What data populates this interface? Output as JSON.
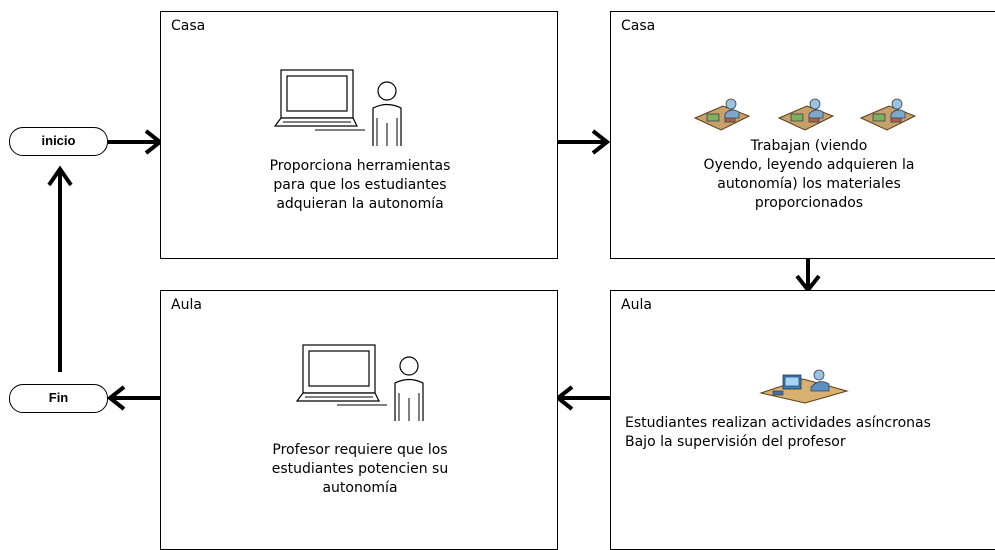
{
  "start_label": "inicio",
  "end_label": "Fin",
  "boxes": {
    "casa1": {
      "location": "Casa",
      "text": "Proporciona herramientas\npara que los estudiantes\nadquieran la autonomía"
    },
    "casa2": {
      "location": "Casa",
      "text": "Trabajan (viendo\nOyendo, leyendo adquieren la\nautonomía) los materiales\nproporcionados"
    },
    "aula1": {
      "location": "Aula",
      "text": "Profesor requiere que los\nestudiantes potencien su\nautonomía"
    },
    "aula2": {
      "location": "Aula",
      "text": "Estudiantes realizan actividades asíncronas\nBajo la supervisión del profesor"
    }
  },
  "icons": {
    "teacher_computer": "teacher-at-computer-icon",
    "students_working": "student-at-desk-icon",
    "students_activity": "student-activity-desk-icon"
  }
}
